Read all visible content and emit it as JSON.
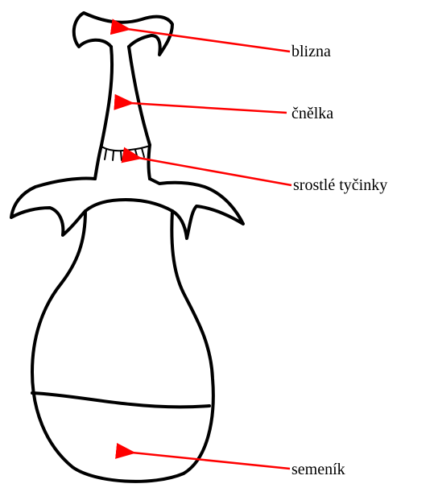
{
  "labels": {
    "blizna": "blizna",
    "cnelka": "čnělka",
    "tycinky": "srostlé tyčinky",
    "semenik": "semeník"
  },
  "colors": {
    "pointer": "#ff0000",
    "outline": "#000000",
    "background": "#ffffff"
  }
}
